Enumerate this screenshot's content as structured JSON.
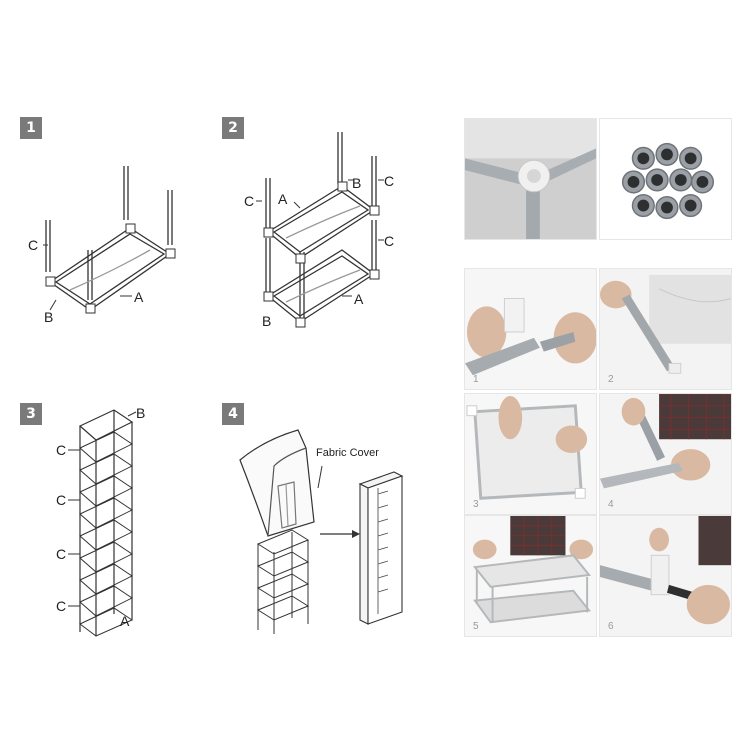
{
  "steps": [
    {
      "number": "1"
    },
    {
      "number": "2"
    },
    {
      "number": "3"
    },
    {
      "number": "4"
    }
  ],
  "labels": {
    "a": "A",
    "b": "B",
    "c": "C",
    "fabric_cover": "Fabric Cover"
  },
  "photos": [
    {
      "label": ""
    },
    {
      "label": ""
    },
    {
      "label": "1"
    },
    {
      "label": "2"
    },
    {
      "label": "3"
    },
    {
      "label": "4"
    },
    {
      "label": "5"
    },
    {
      "label": "6"
    }
  ],
  "colors": {
    "badge": "#7a7a7a",
    "line": "#333333",
    "metal": "#9a9ea3",
    "plastic": "#f2f2f2"
  }
}
